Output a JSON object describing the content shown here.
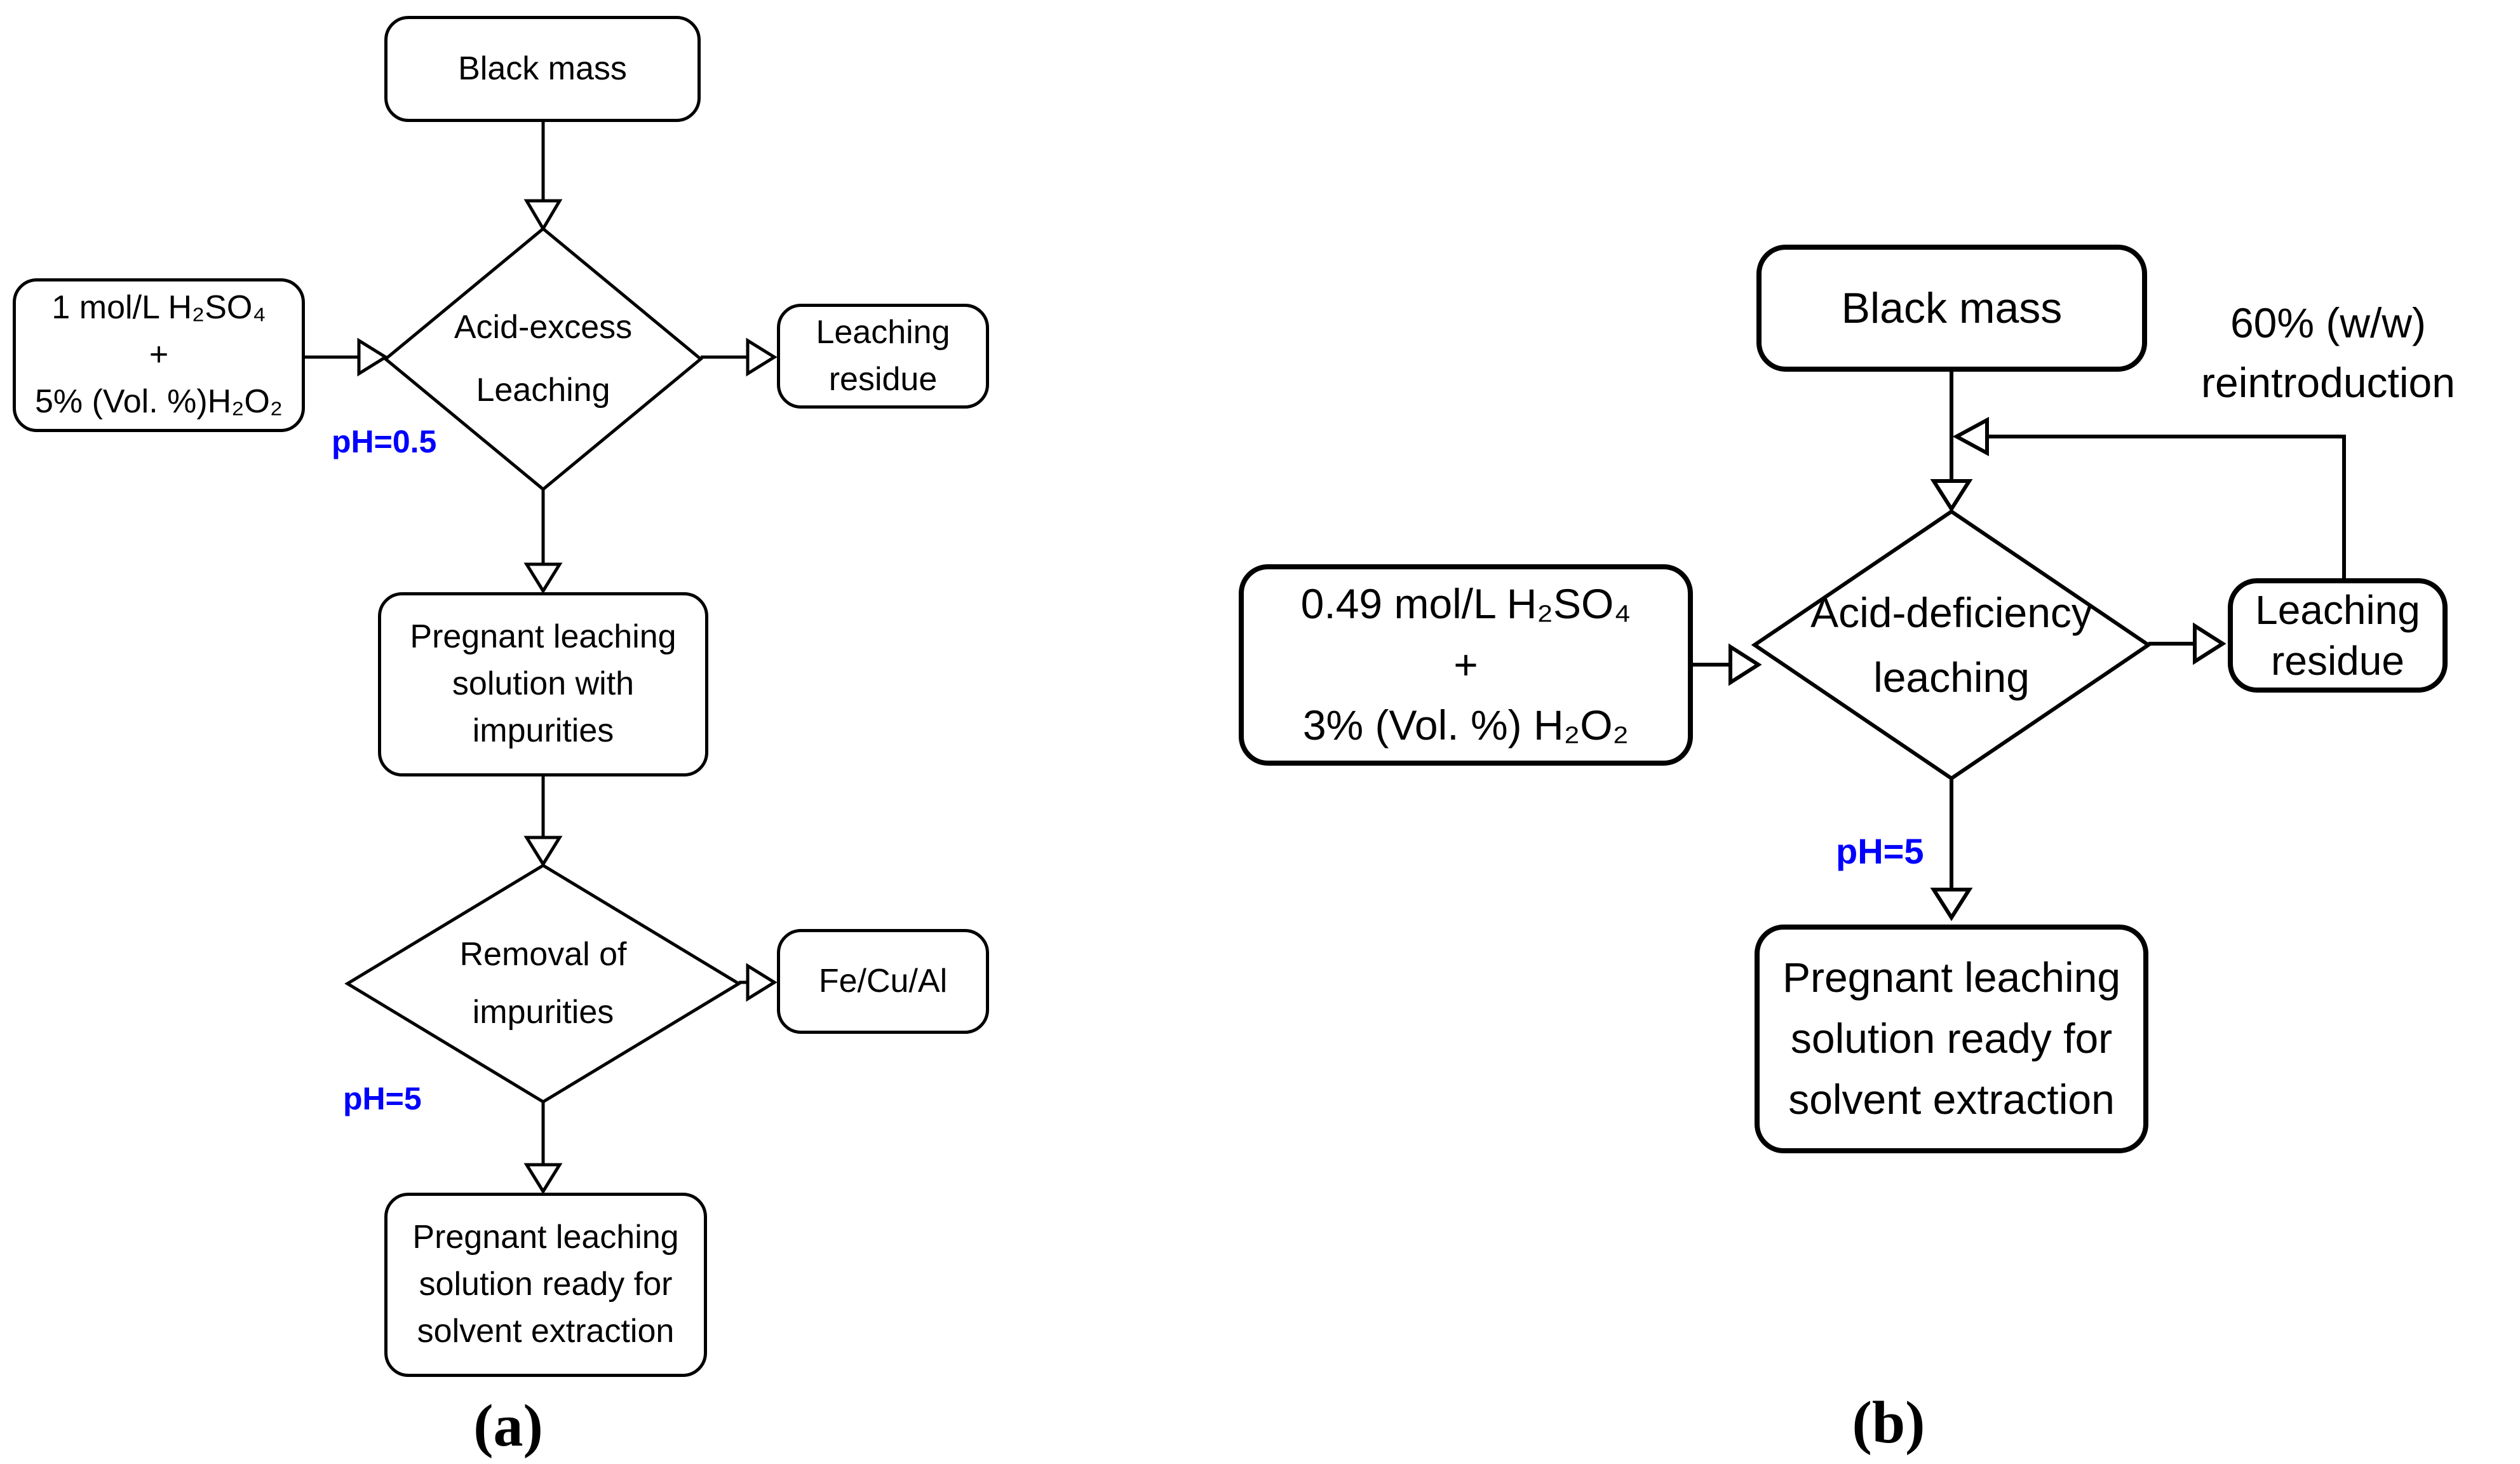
{
  "figure": {
    "panel_a": {
      "caption": "(a)",
      "black_mass": "Black mass",
      "reagent": "1 mol/L H₂SO₄\n+\n5% (Vol. %)H₂O₂",
      "leach_diamond": "Acid-excess\nLeaching",
      "ph_leach": "pH=0.5",
      "leach_residue": "Leaching\nresidue",
      "pls_impurities": "Pregnant leaching\nsolution with\nimpurities",
      "removal_diamond": "Removal of\nimpurities",
      "removed_metals": "Fe/Cu/Al",
      "ph_removal": "pH=5",
      "pls_ready": "Pregnant leaching\nsolution ready for\nsolvent extraction"
    },
    "panel_b": {
      "caption": "(b)",
      "black_mass": "Black mass",
      "reintroduction_note": "60% (w/w)\nreintroduction",
      "reagent": "0.49 mol/L H₂SO₄\n+\n3% (Vol. %) H₂O₂",
      "leach_diamond": "Acid-deficiency\nleaching",
      "leach_residue": "Leaching\nresidue",
      "ph_leach": "pH=5",
      "pls_ready": "Pregnant leaching\nsolution ready for\nsolvent extraction"
    },
    "colors": {
      "ph_blue": "#0000FF",
      "line_black": "#000000",
      "background": "#FFFFFF"
    }
  }
}
